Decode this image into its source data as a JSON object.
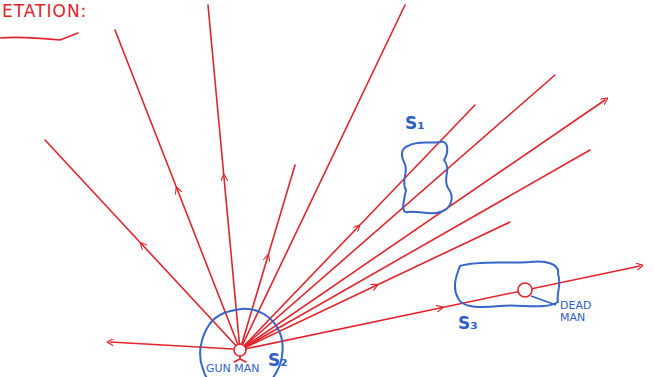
{
  "diagram": {
    "title": "ETATION:",
    "nodes": [
      {
        "text": [
          "S₁"
        ]
      },
      {
        "text": [
          "S₂"
        ]
      },
      {
        "text": [
          "S₃"
        ]
      }
    ],
    "labels": [
      "GUN MAN",
      "DEAD MAN"
    ]
  }
}
